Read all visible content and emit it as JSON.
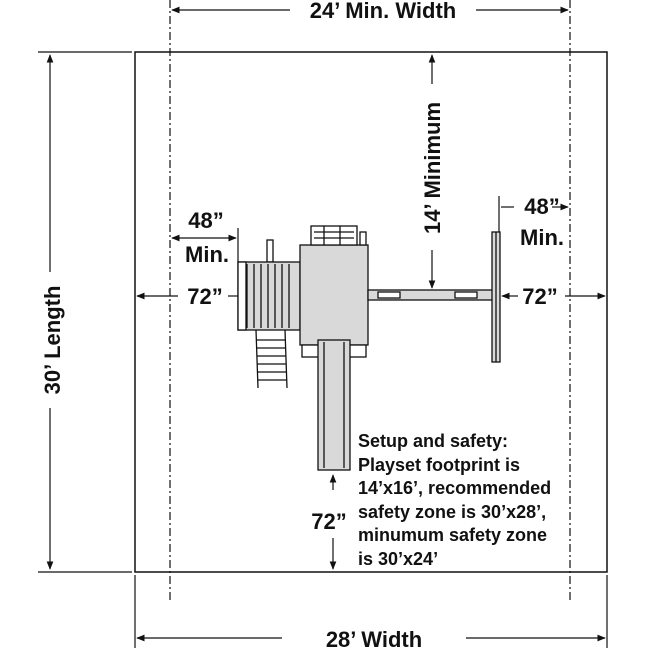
{
  "labels": {
    "top_width": "24’ Min. Width",
    "bottom_width": "28’ Width",
    "length": "30’ Length",
    "vertical_clearance": "14’ Minimum",
    "left_side_48": "48”",
    "left_side_min": "Min.",
    "left_side_72": "72”",
    "right_side_48": "48”",
    "right_side_min": "Min.",
    "right_side_72": "72”",
    "bottom_72": "72”"
  },
  "note": {
    "lines": [
      "Setup and safety:",
      "Playset footprint is",
      "14’x16’, recommended",
      "safety zone is 30’x28’,",
      "minumum safety zone",
      "is 30’x24’"
    ]
  },
  "colors": {
    "line": "#111111",
    "fill": "#d9d9d9",
    "background": "#ffffff"
  }
}
